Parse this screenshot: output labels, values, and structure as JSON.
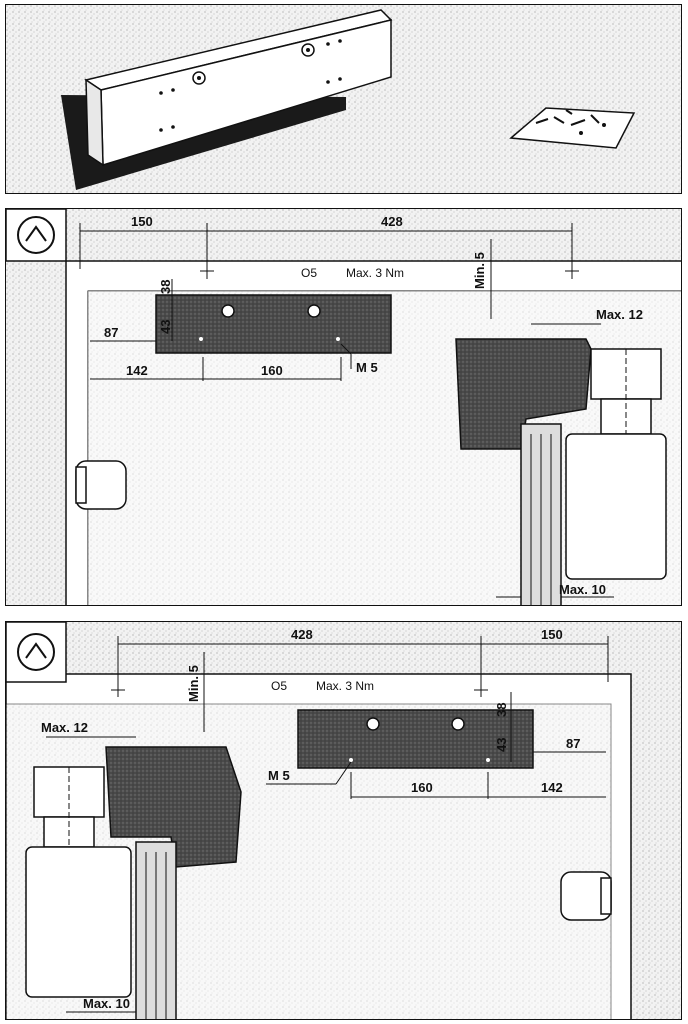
{
  "top_panel": {
    "items": [
      "door closer body with arm",
      "accessory bag"
    ]
  },
  "mid_panel": {
    "dims": {
      "d150": "150",
      "d428": "428",
      "d87": "87",
      "d142": "142",
      "d160": "160",
      "d38": "38",
      "d43": "43",
      "min5": "Min. 5",
      "max12": "Max. 12",
      "max10": "Max. 10"
    },
    "labels": {
      "hole": "Ο5",
      "torque": "Max. 3 Nm",
      "thread": "M 5"
    }
  },
  "bot_panel": {
    "dims": {
      "d428": "428",
      "d150": "150",
      "d87": "87",
      "d142": "142",
      "d160": "160",
      "d38": "38",
      "d43": "43",
      "min5": "Min. 5",
      "max12": "Max. 12",
      "max10": "Max. 10"
    },
    "labels": {
      "hole": "Ο5",
      "torque": "Max. 3 Nm",
      "thread": "M 5"
    }
  }
}
